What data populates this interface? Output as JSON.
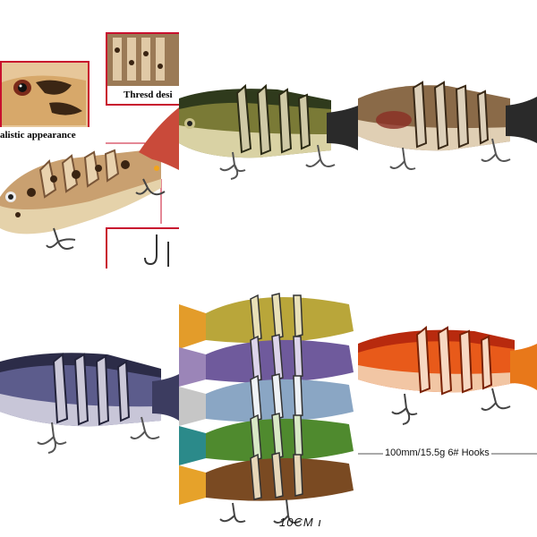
{
  "tiles": {
    "t1": {
      "callout_top_label": "Thresd desi",
      "callout_left_label": "alistic appearance"
    },
    "t6": {
      "spec_label": "100mm/15.5g  6# Hooks"
    },
    "t5": {
      "size_label": "10CM ı"
    }
  },
  "colors": {
    "callout_red": "#c8102e",
    "background": "#ffffff"
  }
}
